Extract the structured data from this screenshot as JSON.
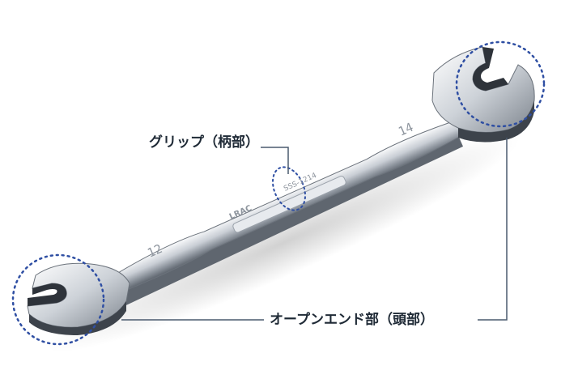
{
  "labels": {
    "grip": "グリップ（柄部）",
    "open_end": "オープンエンド部（頭部）"
  },
  "wrench": {
    "size_small_end": "12",
    "size_large_end": "14",
    "brand_mark": "LRAC",
    "model_code": "SSS-1214"
  },
  "colors": {
    "callout_line": "#4a5a6e",
    "highlight_circle": "#2f4fa3",
    "steel_light": "#f4f6f8",
    "steel_dark": "#6e7680"
  }
}
